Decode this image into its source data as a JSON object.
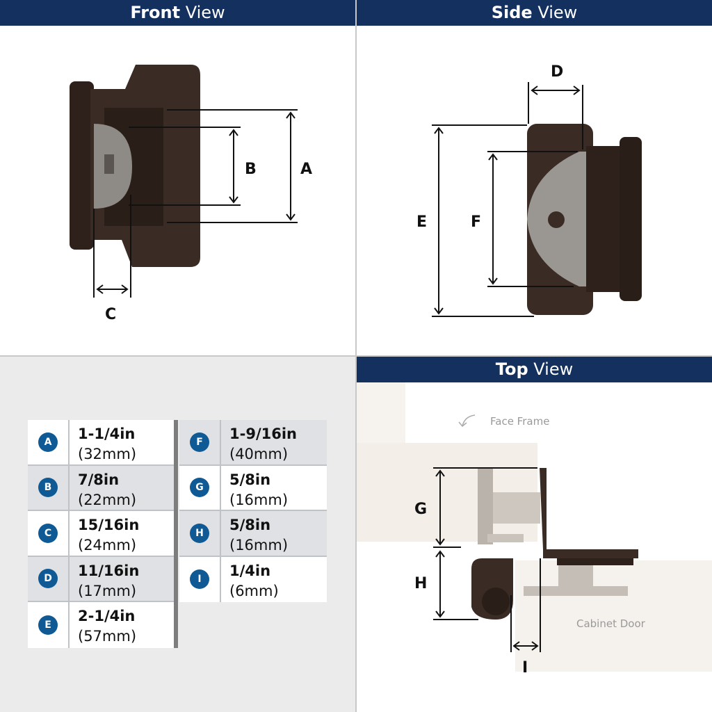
{
  "front_view": {
    "title_bold": "Front",
    "title_light": "View",
    "labels": {
      "a": "A",
      "b": "B",
      "c": "C"
    }
  },
  "side_view": {
    "title_bold": "Side",
    "title_light": "View",
    "labels": {
      "d": "D",
      "e": "E",
      "f": "F"
    }
  },
  "top_view": {
    "title_bold": "Top",
    "title_light": "View",
    "labels": {
      "g": "G",
      "h": "H",
      "i": "I"
    },
    "face_frame": "Face Frame",
    "cabinet_door": "Cabinet Door"
  },
  "colors": {
    "header": "#13305e",
    "badge": "#0f5a94",
    "hinge": "#3b2b25"
  },
  "dimensions": [
    {
      "letter": "A",
      "imperial": "1-1/4in",
      "metric": "(32mm)"
    },
    {
      "letter": "B",
      "imperial": "7/8in",
      "metric": "(22mm)"
    },
    {
      "letter": "C",
      "imperial": "15/16in",
      "metric": "(24mm)"
    },
    {
      "letter": "D",
      "imperial": "11/16in",
      "metric": "(17mm)"
    },
    {
      "letter": "E",
      "imperial": "2-1/4in",
      "metric": "(57mm)"
    },
    {
      "letter": "F",
      "imperial": "1-9/16in",
      "metric": "(40mm)"
    },
    {
      "letter": "G",
      "imperial": "5/8in",
      "metric": "(16mm)"
    },
    {
      "letter": "H",
      "imperial": "5/8in",
      "metric": "(16mm)"
    },
    {
      "letter": "I",
      "imperial": "1/4in",
      "metric": "(6mm)"
    }
  ]
}
